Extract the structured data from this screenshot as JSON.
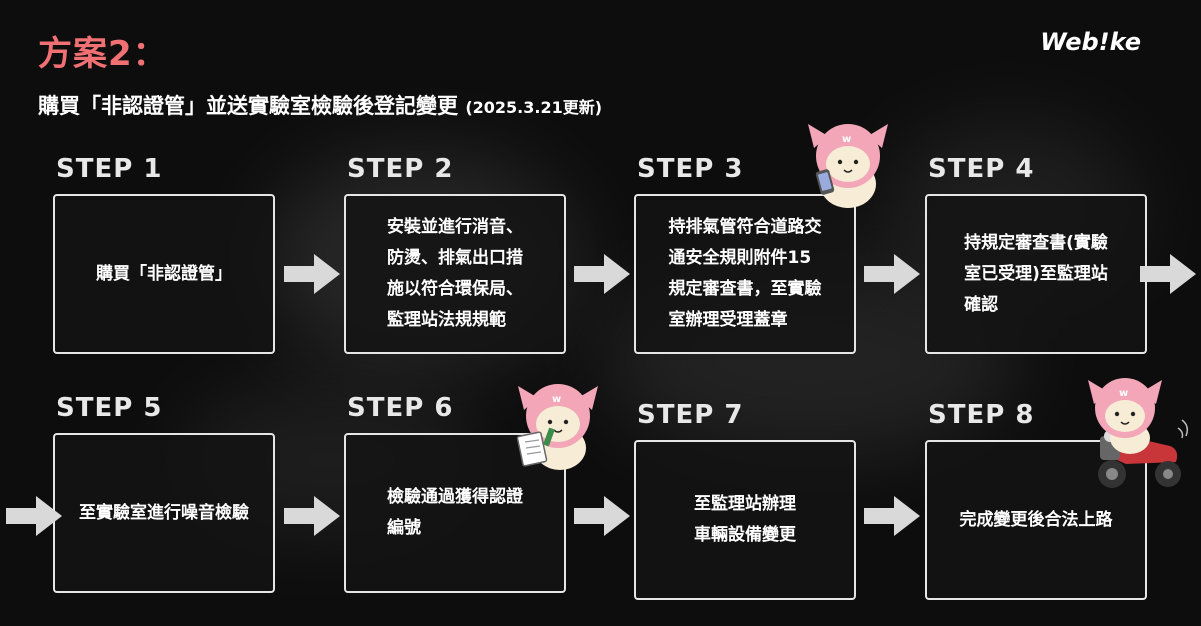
{
  "header": {
    "title": "方案2：",
    "subtitle": "購買「非認證管」並送實驗室檢驗後登記變更",
    "date_note": "(2025.3.21更新)",
    "logo": "Web!ke"
  },
  "steps": [
    {
      "label": "STEP 1",
      "text": "購買「非認證管」"
    },
    {
      "label": "STEP 2",
      "text": "安裝並進行消音、\n防燙、排氣出口措\n施以符合環保局、\n監理站法規規範"
    },
    {
      "label": "STEP 3",
      "text": "持排氣管符合道路交\n通安全規則附件15\n規定審查書，至實驗\n室辦理受理蓋章"
    },
    {
      "label": "STEP 4",
      "text": "持規定審查書(實驗\n室已受理)至監理站\n確認"
    },
    {
      "label": "STEP 5",
      "text": "至實驗室進行噪音檢驗"
    },
    {
      "label": "STEP 6",
      "text": "檢驗通過獲得認證\n編號"
    },
    {
      "label": "STEP 7",
      "text": "至監理站辦理\n車輛設備變更"
    },
    {
      "label": "STEP 8",
      "text": "完成變更後合法上路"
    }
  ],
  "colors": {
    "title": "#f07073",
    "arrow": "#d9d9d9",
    "box_border": "#e6e6e6",
    "mascot_helmet": "#f2a6b8"
  },
  "mascots": [
    "cat-phone-icon",
    "cat-clipboard-icon",
    "cat-scooter-icon"
  ]
}
